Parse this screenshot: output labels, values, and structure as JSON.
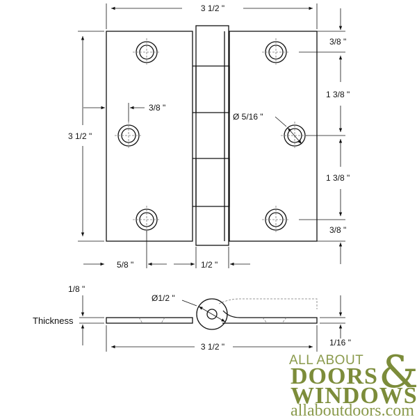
{
  "dimensions": {
    "overall_width": "3 1/2 \"",
    "overall_height": "3 1/2 \"",
    "top_edge_to_hole": "3/8 \"",
    "hole_spacing_upper": "1 3/8 \"",
    "hole_spacing_lower": "1 3/8 \"",
    "bottom_edge_to_hole": "3/8 \"",
    "inner_hole_offset": "3/8 \"",
    "hole_diameter": "Ø 5/16 \"",
    "edge_to_hole_column": "5/8 \"",
    "knuckle_width": "1/2 \"",
    "leaf_thickness": "1/8 \"",
    "side_view_width": "3 1/2 \"",
    "knuckle_diameter": "Ø1/2 \"",
    "bottom_thickness": "1/16 \""
  },
  "side_view": {
    "thickness_label": "Thickness"
  },
  "logo": {
    "line1": "ALL ABOUT",
    "line2": "DOORS",
    "line3": "WINDOWS",
    "ampersand": "&",
    "url": "allaboutdoors.com",
    "color": "#7c8c3a"
  }
}
